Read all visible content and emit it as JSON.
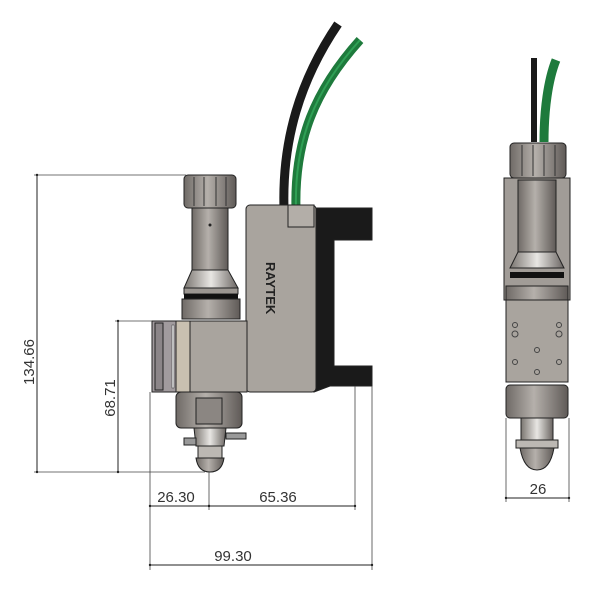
{
  "drawing": {
    "brand_label": "RAYTEK",
    "front_view": {
      "dimensions": {
        "overall_height": "134.66",
        "lower_height": "68.71",
        "nozzle_offset": "26.30",
        "bracket_offset": "65.36",
        "overall_width": "99.30"
      }
    },
    "side_view": {
      "dimensions": {
        "width": "26"
      }
    },
    "colors": {
      "body": "#a9a49e",
      "bracket": "#1a1a1a",
      "cable_green": "#1e7a3c",
      "cable_black": "#1a1a1a"
    }
  }
}
